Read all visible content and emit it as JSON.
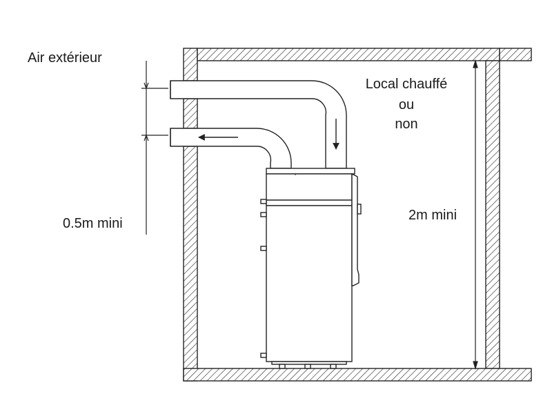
{
  "labels": {
    "outside_air": "Air extérieur",
    "room_line1": "Local chauffé",
    "room_line2": "ou",
    "room_line3": "non",
    "min_half_meter": "0.5m mini",
    "min_two_meters": "2m mini"
  },
  "colors": {
    "line": "#222222",
    "text": "#1a1a1a",
    "background": "#ffffff"
  }
}
